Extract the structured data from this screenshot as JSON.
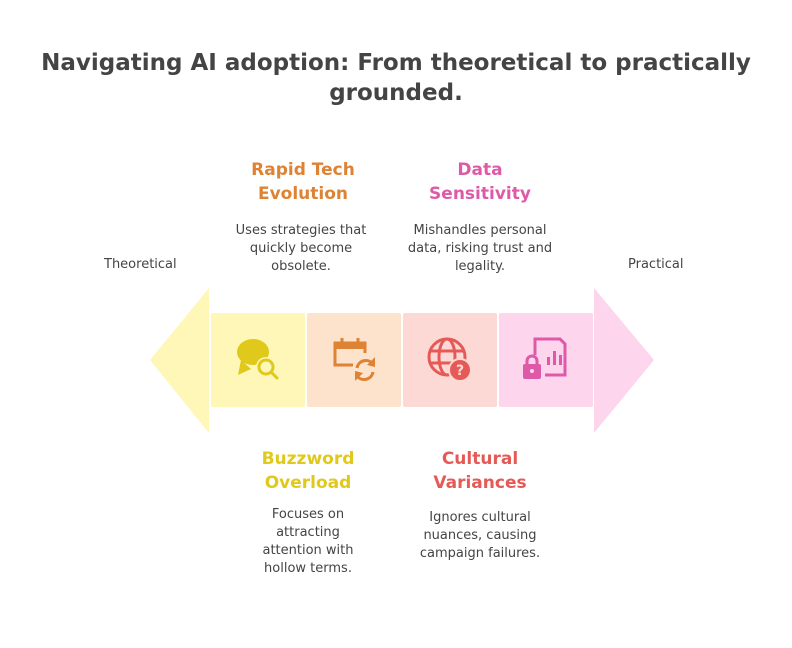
{
  "title": "Navigating AI adoption: From theoretical to practically grounded.",
  "axis": {
    "left": "Theoretical",
    "right": "Practical"
  },
  "colors": {
    "yellow": "#e0c91a",
    "orange": "#de8233",
    "red": "#e55a56",
    "pink": "#de5aa8"
  },
  "items": [
    {
      "title": "Buzzword Overload",
      "title_line1": "Buzzword",
      "title_line2": "Overload",
      "desc": "Focuses on attracting attention with hollow terms.",
      "icon": "chat-search-icon"
    },
    {
      "title": "Rapid Tech Evolution",
      "title_line1": "Rapid Tech",
      "title_line2": "Evolution",
      "desc": "Uses strategies that quickly become obsolete.",
      "icon": "calendar-refresh-icon"
    },
    {
      "title": "Cultural Variances",
      "title_line1": "Cultural",
      "title_line2": "Variances",
      "desc": "Ignores cultural nuances, causing campaign failures.",
      "icon": "globe-question-icon"
    },
    {
      "title": "Data Sensitivity",
      "title_line1": "Data",
      "title_line2": "Sensitivity",
      "desc": "Mishandles personal data, risking trust and legality.",
      "icon": "locked-report-icon"
    }
  ]
}
